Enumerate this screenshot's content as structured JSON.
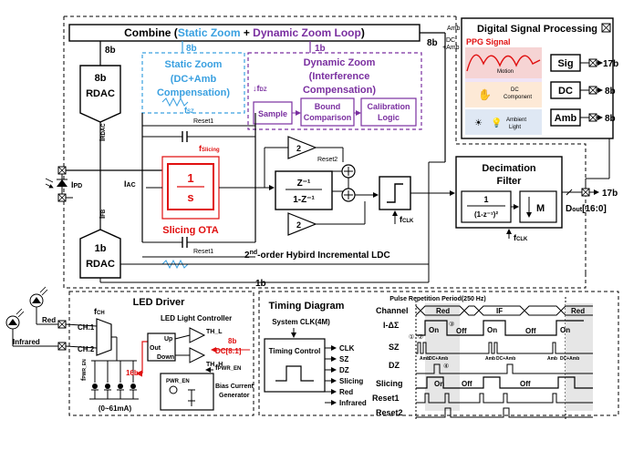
{
  "combine": {
    "prefix": "Combine (",
    "static": "Static Zoom",
    "plus": " + ",
    "dynamic": "Dynamic Zoom Loop",
    "suffix": ")"
  },
  "bits": {
    "b8_left": "8b",
    "b8_static": "8b",
    "b1_dyn": "1b",
    "b8_top_right": "8b",
    "b1_bottom": "1b",
    "b8_led": "8b",
    "b16_led": "16b"
  },
  "rdac_top": {
    "line1": "8b",
    "line2": "RDAC"
  },
  "rdac_bottom": {
    "line1": "1b",
    "line2": "RDAC"
  },
  "static_zoom": {
    "line1": "Static Zoom",
    "line2": "(DC+Amb",
    "line3": "Compensation)"
  },
  "dynamic_zoom": {
    "line1": "Dynamic Zoom",
    "line2": "(Interference",
    "line3": "Compensation)",
    "sample": "Sample",
    "bound1": "Bound",
    "bound2": "Comparison",
    "cal1": "Calibration",
    "cal2": "Logic",
    "fdz": "↓f",
    "fdz_sub": "DZ"
  },
  "labels": {
    "fsz": "f",
    "fsz_sub": "SZ",
    "reset1a": "Reset1",
    "reset1b": "Reset1",
    "reset2": "Reset2",
    "fslicing": "f",
    "fslicing_sub": "Slicing",
    "irdac": "I",
    "irdac_sub": "RDAC",
    "ifb": "I",
    "ifb_sub": "FB",
    "ipd": "I",
    "ipd_sub": "PD",
    "iac": "I",
    "iac_sub": "AC",
    "slicing_ota": "Slicing OTA",
    "integrator_num": "1",
    "integrator_den": "s",
    "amp2": "2",
    "z_num": "Z⁻¹",
    "z_den": "1-Z⁻¹",
    "fclk": "f",
    "fclk_sub": "CLK",
    "ldc_title_pre": "2",
    "ldc_title_sup": "nd",
    "ldc_title_post": "-order Hybird Incremental LDC",
    "amb_dc": "Amb",
    "dc_amb1": "DC",
    "dc_amb2": "+Amb"
  },
  "decimation": {
    "title1": "Decimation",
    "title2": "Filter",
    "num": "1",
    "den": "(1-z⁻¹)²",
    "m": "M",
    "fclk": "f",
    "fclk_sub": "CLK"
  },
  "output": {
    "bits": "17b",
    "dout": "D",
    "dout_sub": "out",
    "dout_range": "[16:0]"
  },
  "dsp": {
    "title": "Digital Signal Processing",
    "ppg": "PPG Signal",
    "motion": "Motion",
    "dc1": "DC",
    "dc2": "Component",
    "amb1": "Ambient",
    "amb2": "Light",
    "outputs": [
      {
        "name": "Sig",
        "bits": "17b"
      },
      {
        "name": "DC",
        "bits": "8b"
      },
      {
        "name": "Amb",
        "bits": "8b"
      }
    ]
  },
  "led": {
    "title": "LED Driver",
    "controller": "LED Light Controller",
    "fch": "f",
    "fch_sub": "CH",
    "ch1": "CH.1",
    "ch2": "CH.2",
    "fpwr": "f",
    "fpwr_sub": "PWR_EN",
    "red": "Red",
    "infrared": "Infrared",
    "up": "Up",
    "down": "Down",
    "out": "Out",
    "thl": "TH_L",
    "thh": "TH_H",
    "dc81": "DC[8:1]",
    "range": "(0~61mA)",
    "pwr_en": "PWR_EN",
    "fpwr2": "f",
    "fpwr2_sub": "PWR_EN",
    "bias1": "Bias Current",
    "bias2": "Generator"
  },
  "timing": {
    "title": "Timing Diagram",
    "sysclk": "System CLK(4M)",
    "control": "Timing Control",
    "outs": [
      "CLK",
      "SZ",
      "DZ",
      "Slicing",
      "Red",
      "Infrared"
    ],
    "prp": "Pulse Repetition Period(250 Hz)",
    "rows": [
      "Channel",
      "I-ΔΣ",
      "SZ",
      "DZ",
      "Slicing",
      "Reset1",
      "Reset2"
    ],
    "ch_red1": "Red",
    "ch_if": "IF",
    "ch_red2": "Red",
    "on": "On",
    "off": "Off",
    "amb_label": "Amb",
    "dc_amb_label": "DC+Amb",
    "n1": "①",
    "n2": "②",
    "n3": "③",
    "n4": "④"
  },
  "colors": {
    "static_blue": "#3aa0e0",
    "dynamic_purple": "#7a2fa0",
    "slicing_red": "#e01010",
    "led_red": "#e01010"
  }
}
